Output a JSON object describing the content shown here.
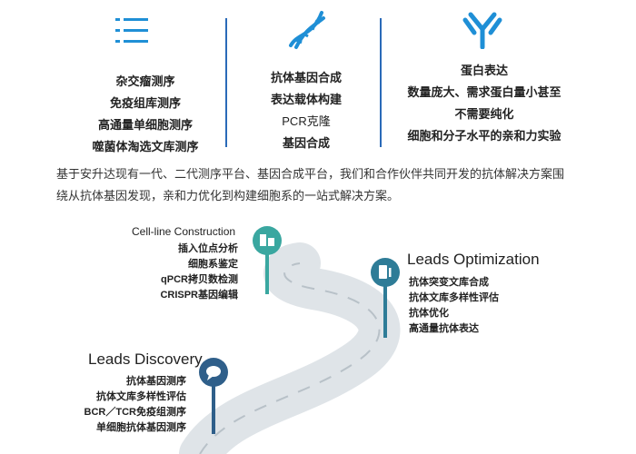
{
  "columns": [
    {
      "icon": "list-icon",
      "lines": [
        "杂交瘤测序",
        "免疫组库测序",
        "高通量单细胞测序",
        "噬菌体淘选文库测序"
      ]
    },
    {
      "icon": "dna-icon",
      "lines": [
        "抗体基因合成",
        "表达载体构建",
        "PCR克隆",
        "基因合成"
      ]
    },
    {
      "icon": "antibody-icon",
      "lines": [
        "蛋白表达",
        "数量庞大、需求蛋白量小甚至",
        "不需要纯化",
        "细胞和分子水平的亲和力实验"
      ]
    }
  ],
  "intro": {
    "line1": "基于安升达现有一代、二代测序平台、基因合成平台，我们和合作伙伴共同开发的抗体解决方案围",
    "line2": "绕从抗体基因发现，亲和力优化到构建细胞系的一站式解决方案。"
  },
  "stages": {
    "cell_line": {
      "title": "Cell-line Construction",
      "icon": "building-icon",
      "items": [
        "插入位点分析",
        "细胞系鉴定",
        "qPCR拷贝数检测",
        "CRISPR基因编辑"
      ]
    },
    "optimization": {
      "title": "Leads Optimization",
      "icon": "fuel-pump-icon",
      "items": [
        "抗体突变文库合成",
        "抗体文库多样性评估",
        "抗体优化",
        "高通量抗体表达"
      ]
    },
    "discovery": {
      "title": "Leads Discovery",
      "icon": "speech-bubble-icon",
      "items": [
        "抗体基因测序",
        "抗体文库多样性评估",
        "BCR／TCR免疫组测序",
        "单细胞抗体基因测序"
      ]
    }
  },
  "colors": {
    "accent_blue": "#1f8fd6",
    "divider_blue": "#2a6ab8",
    "teal": "#3aa7a0",
    "petrol": "#2e7c97",
    "navy": "#2f5f8a",
    "road": "#dfe4e8"
  }
}
